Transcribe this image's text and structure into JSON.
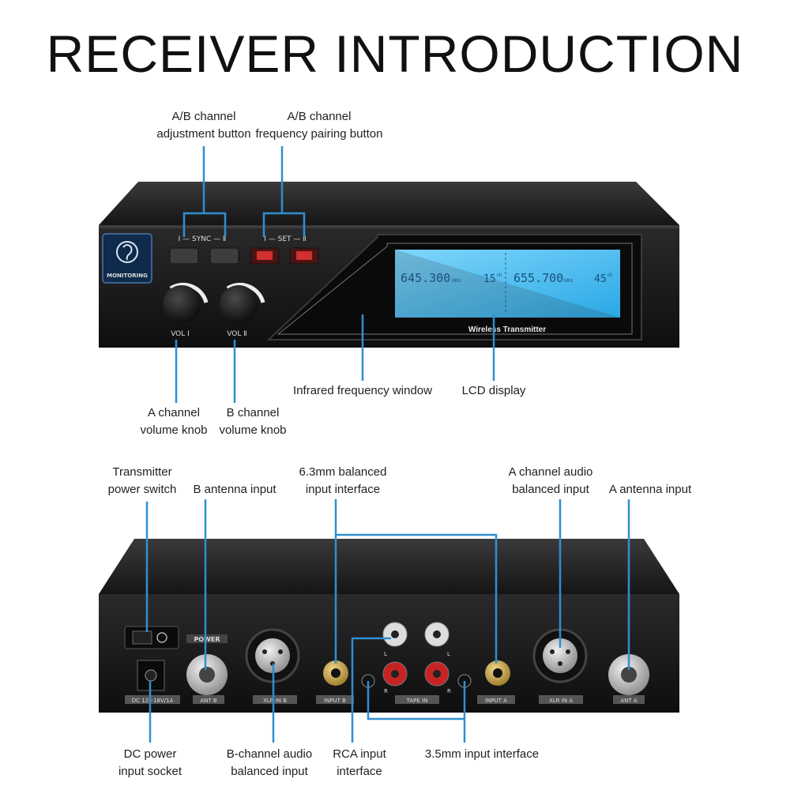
{
  "title": "RECEIVER INTRODUCTION",
  "front_panel": {
    "sync_label": "Ⅰ — SYNC — Ⅱ",
    "set_label": "Ⅰ — SET — Ⅱ",
    "monitoring_label": "MONITORING",
    "vol_a": "VOL Ⅰ",
    "vol_b": "VOL Ⅱ",
    "lcd_freq_a": "645.300",
    "lcd_unit_a": "Mhz",
    "lcd_ch_a": "15",
    "lcd_ch_a_suffix": "ch",
    "lcd_freq_b": "655.700",
    "lcd_unit_b": "Mhz",
    "lcd_ch_b": "45",
    "lcd_ch_b_suffix": "ch",
    "window_label": "Wireless Transmitter"
  },
  "rear_panel": {
    "power": "POWER",
    "dc": "DC 12~18V/1A",
    "ant_b": "ANT B",
    "xlr_b": "XLR IN B",
    "input_b": "INPUT B",
    "tape_in": "TAPE IN",
    "input_a": "INPUT A",
    "xlr_a": "XLR IN A",
    "ant_a": "ANT A",
    "l": "L",
    "r": "R"
  },
  "callouts_front": {
    "ab_adjust": [
      "A/B channel",
      "adjustment button"
    ],
    "ab_pair": [
      "A/B channel",
      "frequency pairing button"
    ],
    "a_vol": [
      "A channel",
      "volume knob"
    ],
    "b_vol": [
      "B channel",
      "volume knob"
    ],
    "ir_window": [
      "Infrared frequency window"
    ],
    "lcd": [
      "LCD display"
    ]
  },
  "callouts_rear": {
    "tx_power": [
      "Transmitter",
      "power switch"
    ],
    "b_ant": [
      "B antenna input"
    ],
    "bal_63": [
      "6.3mm balanced",
      "input interface"
    ],
    "a_audio": [
      "A channel audio",
      "balanced input"
    ],
    "a_ant": [
      "A antenna input"
    ],
    "dc_power": [
      "DC power",
      "input socket"
    ],
    "b_audio": [
      "B-channel audio",
      "balanced input"
    ],
    "rca": [
      "RCA input",
      "interface"
    ],
    "mm35": [
      "3.5mm input interface"
    ]
  },
  "colors": {
    "callout_line": "#2f8fd0",
    "chassis": "#1b1b1d",
    "lcd": "#5fc4f0",
    "red_button": "#d23030"
  }
}
